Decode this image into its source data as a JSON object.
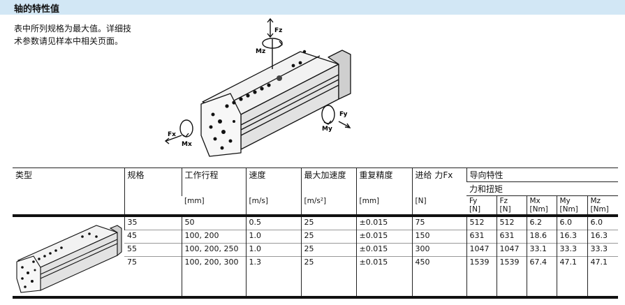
{
  "section": {
    "title": "轴的特性值"
  },
  "intro": {
    "line1": "表中所列规格为最大值。详细技",
    "line2": "术参数请见样本中相关页面。"
  },
  "diagram": {
    "labels": {
      "fz": "Fz",
      "mz": "Mz",
      "fy": "Fy",
      "my": "My",
      "fx": "Fx",
      "mx": "Mx"
    }
  },
  "table": {
    "headers": {
      "type": "类型",
      "size": "规格",
      "stroke": "工作行程",
      "speed": "速度",
      "accel": "最大加速度",
      "repeat": "重复精度",
      "feed": "进给 力Fx",
      "guide": "导向特性",
      "force_torque": "力和扭矩"
    },
    "units": {
      "stroke": "[mm]",
      "speed": "[m/s]",
      "accel": "[m/s²]",
      "repeat": "[mm]",
      "feed": "[N]"
    },
    "sub_columns": [
      {
        "name": "Fy",
        "unit": "[N]"
      },
      {
        "name": "Fz",
        "unit": "[N]"
      },
      {
        "name": "Mx",
        "unit": "[Nm]"
      },
      {
        "name": "My",
        "unit": "[Nm]"
      },
      {
        "name": "Mz",
        "unit": "[Nm]"
      }
    ],
    "rows": [
      {
        "size": "35",
        "stroke": "50",
        "speed": "0.5",
        "accel": "25",
        "repeat": "±0.015",
        "feed": "75",
        "fy": "512",
        "fz": "512",
        "mx": "6.2",
        "my": "6.0",
        "mz": "6.0"
      },
      {
        "size": "45",
        "stroke": "100, 200",
        "speed": "1.0",
        "accel": "25",
        "repeat": "±0.015",
        "feed": "150",
        "fy": "631",
        "fz": "631",
        "mx": "18.6",
        "my": "16.3",
        "mz": "16.3"
      },
      {
        "size": "55",
        "stroke": "100, 200, 250",
        "speed": "1.0",
        "accel": "25",
        "repeat": "±0.015",
        "feed": "300",
        "fy": "1047",
        "fz": "1047",
        "mx": "33.1",
        "my": "33.3",
        "mz": "33.3"
      },
      {
        "size": "75",
        "stroke": "100, 200, 300",
        "speed": "1.3",
        "accel": "25",
        "repeat": "±0.015",
        "feed": "450",
        "fy": "1539",
        "fz": "1539",
        "mx": "67.4",
        "my": "47.1",
        "mz": "47.1"
      }
    ]
  }
}
